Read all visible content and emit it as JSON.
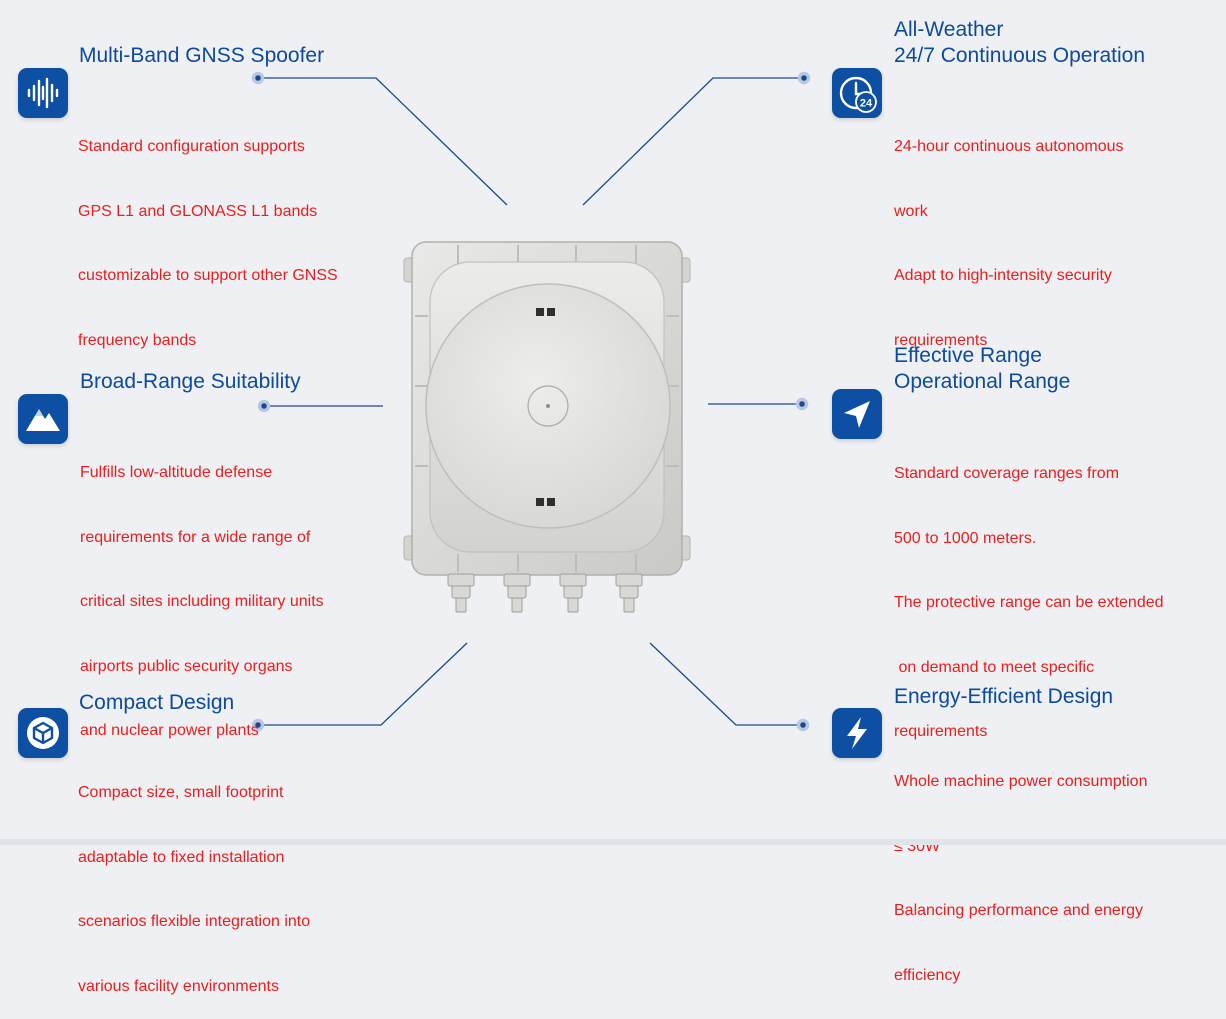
{
  "features": {
    "spoofer": {
      "title": [
        "Multi-Band GNSS Spoofer"
      ],
      "desc": [
        "Standard configuration supports",
        "GPS L1 and GLONASS L1 bands",
        "customizable to support other GNSS",
        "frequency bands"
      ],
      "icon": "waveform-icon"
    },
    "all_weather": {
      "title": [
        "All-Weather",
        "24/7 Continuous Operation"
      ],
      "desc": [
        "24-hour continuous autonomous",
        "work",
        "Adapt to high-intensity security",
        "requirements"
      ],
      "icon": "clock-24-icon",
      "icon_text": "24"
    },
    "broad_range": {
      "title": [
        "Broad-Range Suitability"
      ],
      "desc": [
        "Fulfills low-altitude defense",
        "requirements for a wide range of",
        "critical sites including military units",
        "airports public security organs",
        "and nuclear power plants"
      ],
      "icon": "mountain-icon"
    },
    "effective_range": {
      "title": [
        "Effective Range",
        "Operational Range"
      ],
      "desc": [
        "Standard coverage ranges from",
        "500 to 1000 meters.",
        "The protective range can be extended",
        " on demand to meet specific",
        "requirements"
      ],
      "icon": "navigation-arrow-icon"
    },
    "compact": {
      "title": [
        "Compact Design"
      ],
      "desc": [
        "Compact size, small footprint",
        "adaptable to fixed installation",
        "scenarios flexible integration into",
        "various facility environments"
      ],
      "icon": "cube-icon"
    },
    "energy": {
      "title": [
        "Energy-Efficient Design"
      ],
      "desc": [
        "Whole machine power consumption",
        "≤ 30W",
        "Balancing performance and energy",
        "efficiency"
      ],
      "icon": "lightning-bolt-icon"
    }
  },
  "colors": {
    "title": "#0d4a9c",
    "description": "#ee1c1c",
    "icon_tile": "#0d4fa3",
    "connector": "#1a4a8a",
    "background": "#eef0f3"
  }
}
